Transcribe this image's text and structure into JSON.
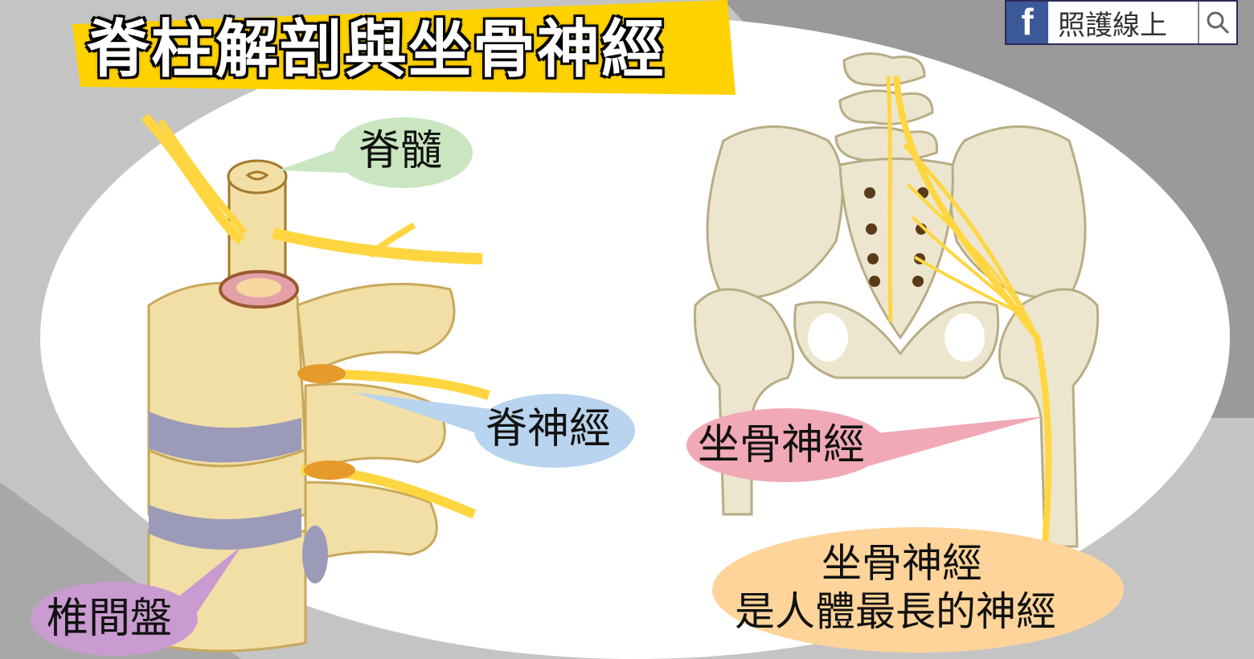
{
  "title": "脊柱解剖與坐骨神經",
  "brand": {
    "icon": "facebook-icon",
    "name": "照護線上",
    "search_icon": "search-icon"
  },
  "labels": {
    "spinal_cord": "脊髓",
    "spinal_nerve": "脊神經",
    "sciatic_nerve": "坐骨神經",
    "disc": "椎間盤",
    "note_line1": "坐骨神經",
    "note_line2": "是人體最長的神經"
  },
  "colors": {
    "title_band": "#ffd200",
    "bone": "#f2dfa6",
    "nerve": "#ffd640",
    "disc": "#9b9ab8",
    "pelvis": "#ece6cf",
    "spinal_cord_bubble": "#c9e6c0",
    "spinal_nerve_bubble": "#b8d4ee",
    "sciatic_bubble": "#f1a9b6",
    "disc_bubble": "#c99bd0",
    "note_bubble": "#ffd49a"
  }
}
